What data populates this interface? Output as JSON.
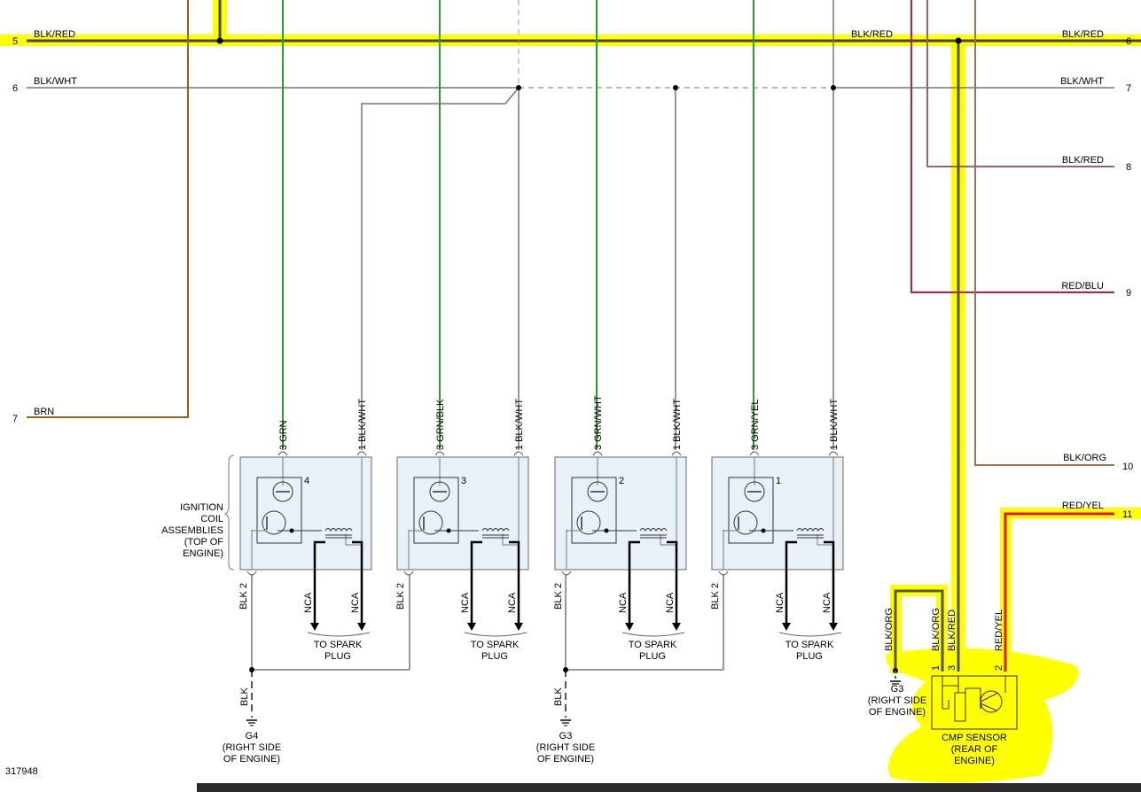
{
  "figure_id": "317948",
  "left_pins": {
    "p5": {
      "num": "5",
      "wire": "BLK/RED"
    },
    "p6": {
      "num": "6",
      "wire": "BLK/WHT"
    },
    "p7": {
      "num": "7",
      "wire": "BRN"
    }
  },
  "right_pins": {
    "p6": {
      "num": "6",
      "wire": "BLK/RED"
    },
    "p7": {
      "num": "7",
      "wire": "BLK/WHT"
    },
    "p8": {
      "num": "8",
      "wire": "BLK/RED"
    },
    "p9": {
      "num": "9",
      "wire": "RED/BLU"
    },
    "p10": {
      "num": "10",
      "wire": "BLK/ORG"
    },
    "p11": {
      "num": "11",
      "wire": "RED/YEL"
    }
  },
  "mid_label_blkred": "BLK/RED",
  "coil_assemblies_label": [
    "IGNITION",
    "COIL",
    "ASSEMBLIES",
    "(TOP OF",
    "ENGINE)"
  ],
  "coils": [
    {
      "number": "4",
      "pin3": "3",
      "wire3": "GRN",
      "pin1": "1",
      "wire1": "BLK/WHT",
      "pin2": "2",
      "wire2": "BLK"
    },
    {
      "number": "3",
      "pin3": "3",
      "wire3": "GRN/BLK",
      "pin1": "1",
      "wire1": "BLK/WHT",
      "pin2": "2",
      "wire2": "BLK"
    },
    {
      "number": "2",
      "pin3": "3",
      "wire3": "GRN/WHT",
      "pin1": "1",
      "wire1": "BLK/WHT",
      "pin2": "2",
      "wire2": "BLK"
    },
    {
      "number": "1",
      "pin3": "3",
      "wire3": "GRN/YEL",
      "pin1": "1",
      "wire1": "BLK/WHT",
      "pin2": "2",
      "wire2": "BLK"
    }
  ],
  "nca": "NCA",
  "spark_plug": [
    "TO SPARK",
    "PLUG"
  ],
  "grounds": {
    "g4": {
      "wire": "BLK",
      "name": "G4",
      "desc": [
        "(RIGHT SIDE",
        "OF ENGINE)"
      ]
    },
    "g3_mid": {
      "wire": "BLK",
      "name": "G3",
      "desc": [
        "(RIGHT SIDE",
        "OF ENGINE)"
      ]
    },
    "g3_right": {
      "name": "G3",
      "desc": [
        "(RIGHT SIDE",
        "OF ENGINE)"
      ]
    }
  },
  "cmp_sensor": {
    "wires": {
      "ground": "BLK/ORG",
      "pin1": "BLK/ORG",
      "pin3": "BLK/RED",
      "pin2": "RED/YEL"
    },
    "pins": {
      "p1": "1",
      "p3": "3",
      "p2": "2"
    },
    "label": [
      "CMP SENSOR",
      "(REAR OF",
      "ENGINE)"
    ]
  },
  "colors": {
    "highlight": "#ffff00",
    "black_wire": "#555555",
    "green_wire": "#2aa02a",
    "brown_wire": "#8b6914",
    "red_wire": "#cc1a3a",
    "magenta_wire": "#b0245a",
    "tan_wire": "#a07050",
    "coil_fill": "#e8f1f7"
  }
}
